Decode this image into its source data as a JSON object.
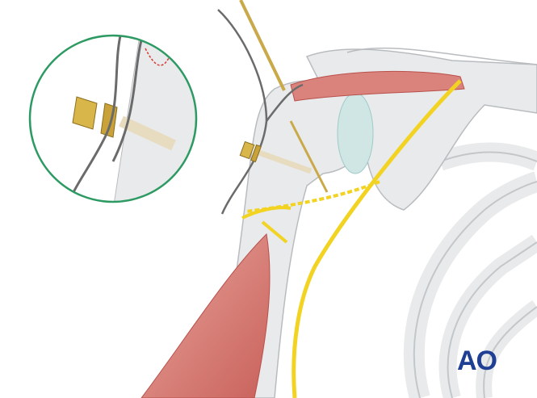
{
  "logo": {
    "text": "AO"
  },
  "colors": {
    "bone": "#e9eaeb",
    "bone_outline": "#b9bcbf",
    "cartilage": "#cfe6e4",
    "muscle": "#d9837c",
    "muscle_dark": "#b9504b",
    "nerve": "#f2d321",
    "suture": "#6b6b6b",
    "screw": "#d9b64a",
    "guide_wire": "#c9a94a",
    "inset_border": "#2e9a63",
    "logo": "#1f3f94"
  },
  "icons": [
    "magnified-inset",
    "screw-with-washer",
    "suture",
    "guide-wire"
  ]
}
